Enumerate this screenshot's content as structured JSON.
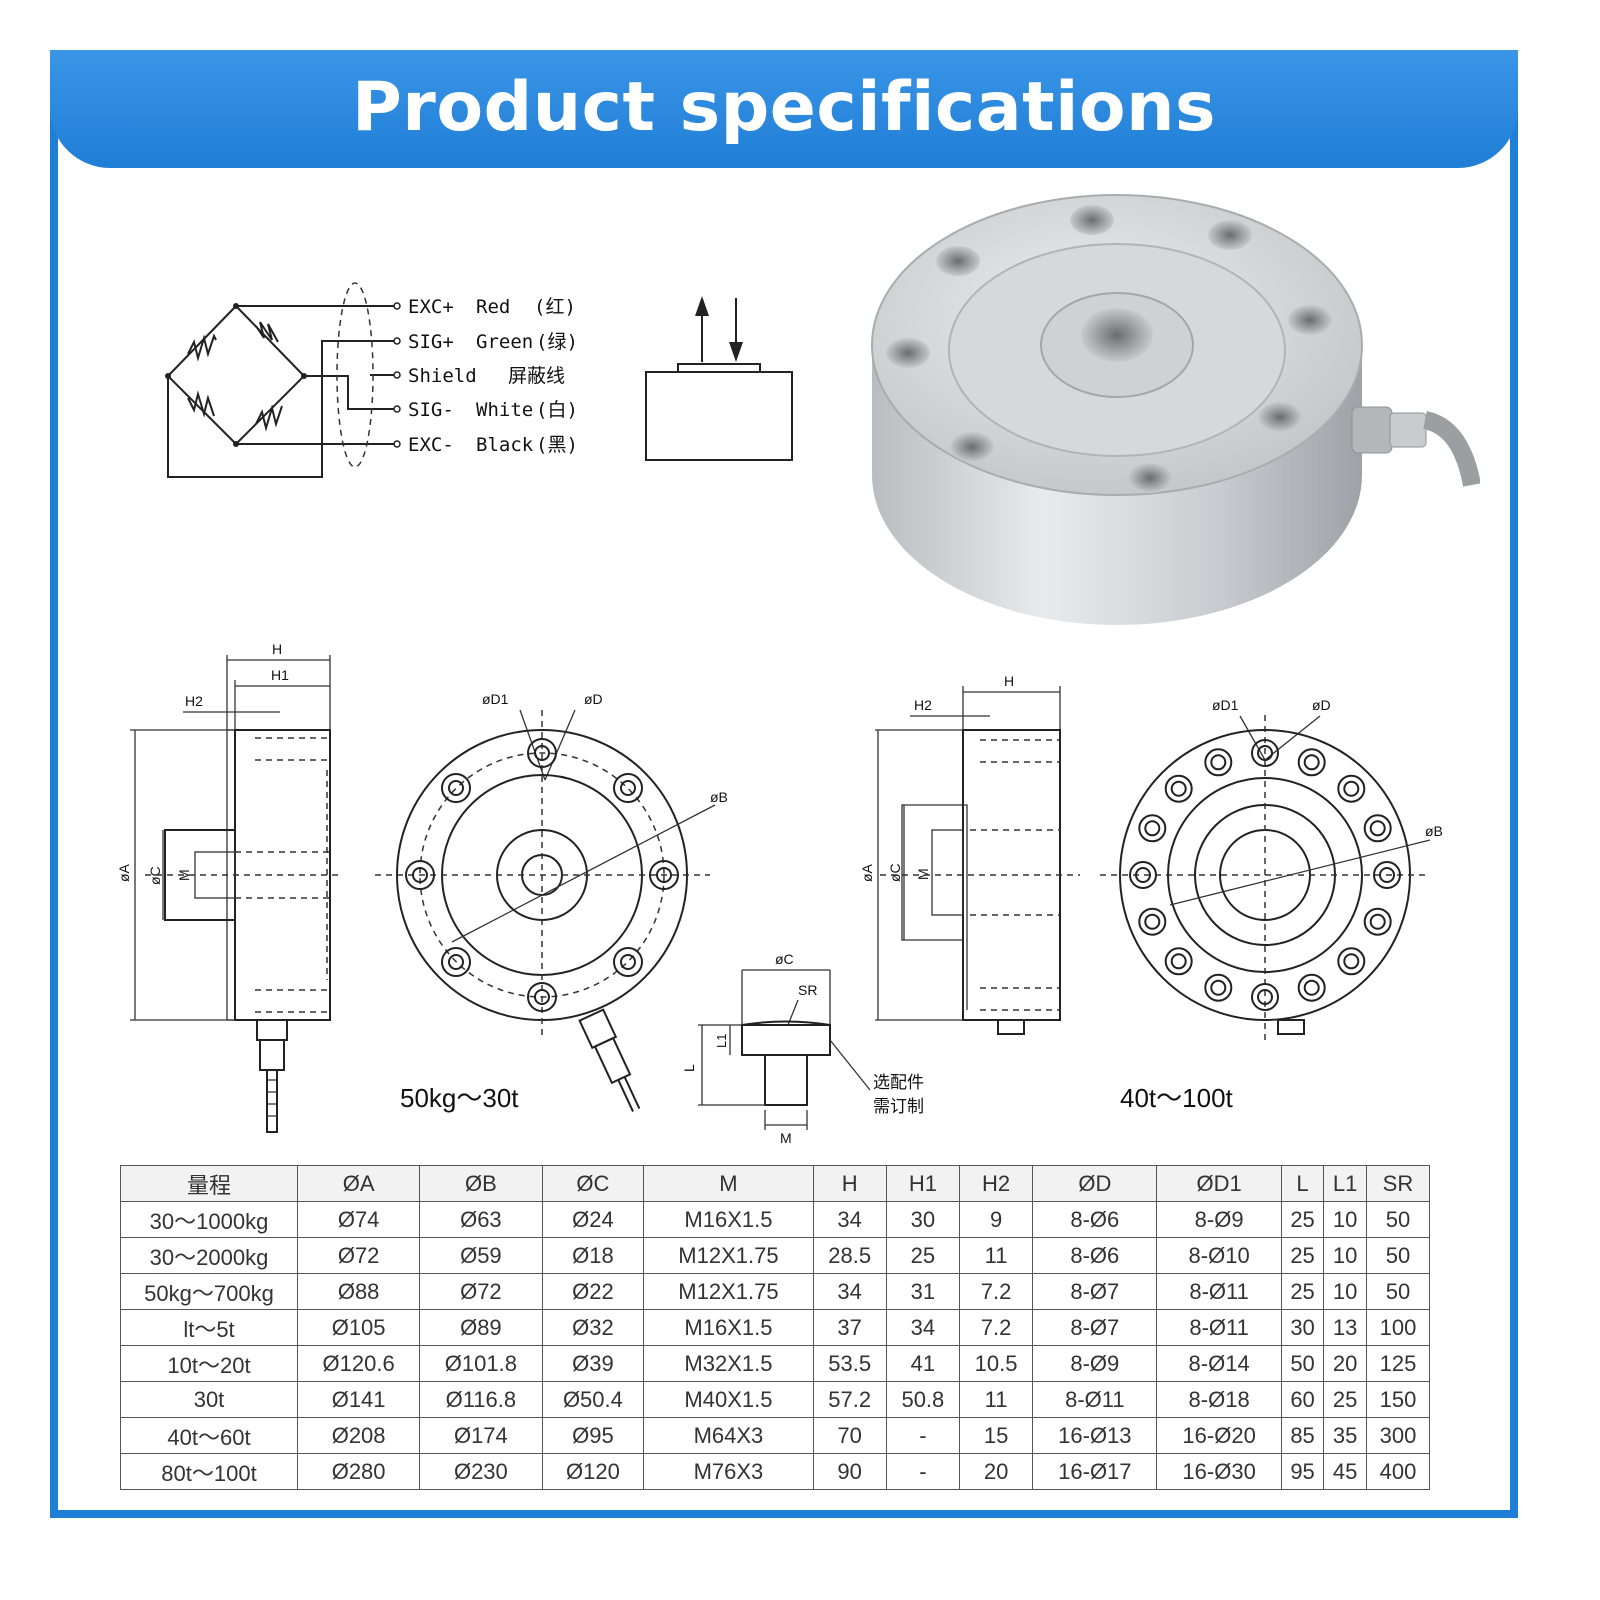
{
  "banner": {
    "title": "Product specifications"
  },
  "wiring": [
    {
      "signal": "EXC+",
      "color": "Red",
      "cn": "(红)"
    },
    {
      "signal": "SIG+",
      "color": "Green",
      "cn": "(绿)"
    },
    {
      "signal": "Shield",
      "color": "",
      "cn": "屏蔽线"
    },
    {
      "signal": "SIG-",
      "color": "White",
      "cn": "(白)"
    },
    {
      "signal": "EXC-",
      "color": "Black",
      "cn": "(黑)"
    }
  ],
  "drawing_labels": {
    "H": "H",
    "H1": "H1",
    "H2": "H2",
    "A": "øA",
    "C": "øC",
    "M": "M",
    "D1": "øD1",
    "D": "øD",
    "B": "øB",
    "C2": "øC",
    "SR": "SR",
    "L": "L",
    "L1": "L1",
    "accessory": [
      "选配件",
      "需订制"
    ],
    "range_small": "50kg～30t",
    "range_large": "40t～100t"
  },
  "table": {
    "headers": [
      "量程",
      "ØA",
      "ØB",
      "ØC",
      "M",
      "H",
      "H1",
      "H2",
      "ØD",
      "ØD1",
      "L",
      "L1",
      "SR"
    ],
    "rows": [
      [
        "30～1000kg",
        "Ø74",
        "Ø63",
        "Ø24",
        "M16X1.5",
        "34",
        "30",
        "9",
        "8-Ø6",
        "8-Ø9",
        "25",
        "10",
        "50"
      ],
      [
        "30～2000kg",
        "Ø72",
        "Ø59",
        "Ø18",
        "M12X1.75",
        "28.5",
        "25",
        "11",
        "8-Ø6",
        "8-Ø10",
        "25",
        "10",
        "50"
      ],
      [
        "50kg～700kg",
        "Ø88",
        "Ø72",
        "Ø22",
        "M12X1.75",
        "34",
        "31",
        "7.2",
        "8-Ø7",
        "8-Ø11",
        "25",
        "10",
        "50"
      ],
      [
        "lt～5t",
        "Ø105",
        "Ø89",
        "Ø32",
        "M16X1.5",
        "37",
        "34",
        "7.2",
        "8-Ø7",
        "8-Ø11",
        "30",
        "13",
        "100"
      ],
      [
        "10t～20t",
        "Ø120.6",
        "Ø101.8",
        "Ø39",
        "M32X1.5",
        "53.5",
        "41",
        "10.5",
        "8-Ø9",
        "8-Ø14",
        "50",
        "20",
        "125"
      ],
      [
        "30t",
        "Ø141",
        "Ø116.8",
        "Ø50.4",
        "M40X1.5",
        "57.2",
        "50.8",
        "11",
        "8-Ø11",
        "8-Ø18",
        "60",
        "25",
        "150"
      ],
      [
        "40t～60t",
        "Ø208",
        "Ø174",
        "Ø95",
        "M64X3",
        "70",
        "-",
        "15",
        "16-Ø13",
        "16-Ø20",
        "85",
        "35",
        "300"
      ],
      [
        "80t～100t",
        "Ø280",
        "Ø230",
        "Ø120",
        "M76X3",
        "90",
        "-",
        "20",
        "16-Ø17",
        "16-Ø30",
        "95",
        "45",
        "400"
      ]
    ]
  },
  "colors": {
    "banner": "#1f7ed6",
    "frame": "#1f7ed6"
  }
}
